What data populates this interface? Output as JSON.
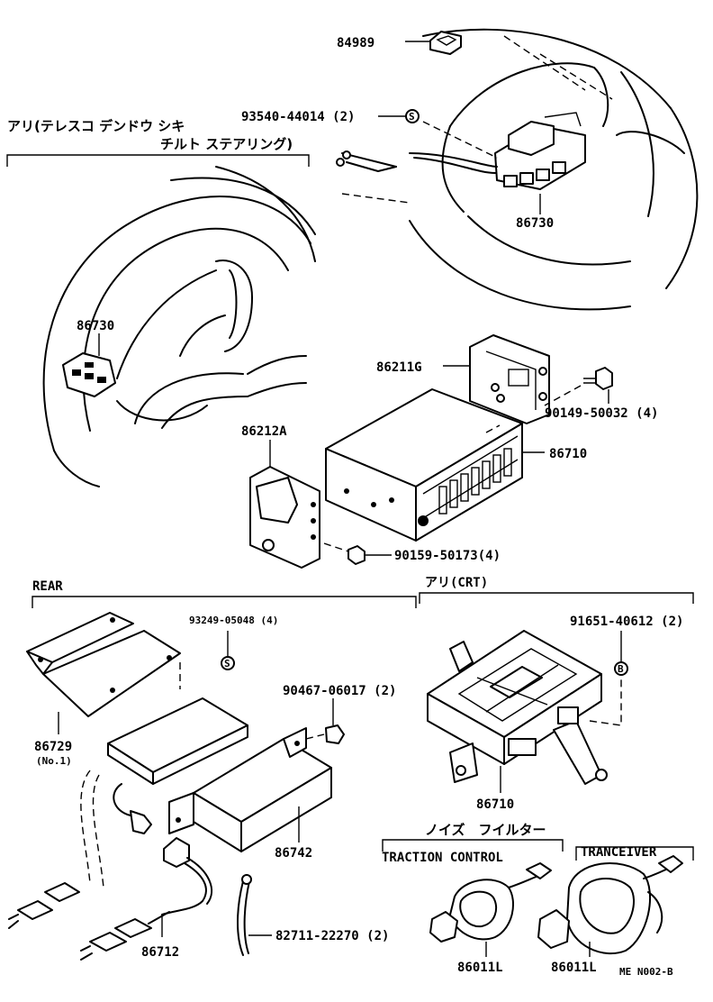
{
  "sections": {
    "option_telescopic": "アリ(テレスコ デンドウ シキ",
    "option_telescopic_2": "チルト ステアリング)",
    "rear": "REAR",
    "option_crt": "アリ(CRT)",
    "noise_filter": "ノイズ　フイルター",
    "traction_control": "TRACTION  CONTROL",
    "tranceiver": "TRANCEIVER"
  },
  "parts": {
    "p84989": "84989",
    "p93540": "93540-44014 (2)",
    "p86730_top": "86730",
    "p86730_left": "86730",
    "p86211g": "86211G",
    "p90149": "90149-50032 (4)",
    "p86212a": "86212A",
    "p86710_top": "86710",
    "p90159": "90159-50173(4)",
    "p93249": "93249-05048 (4)",
    "p91651": "91651-40612 (2)",
    "p90467": "90467-06017 (2)",
    "p86729": "86729",
    "p86729_sub": "(No.1)",
    "p86742": "86742",
    "p86710_bottom": "86710",
    "p86712": "86712",
    "p82711": "82711-22270 (2)",
    "p86011l_a": "86011L",
    "p86011l_b": "86011L"
  },
  "footer": {
    "code": "ME  N002-B"
  },
  "icons": {
    "screw_marker": "S",
    "bolt_marker": "B"
  }
}
